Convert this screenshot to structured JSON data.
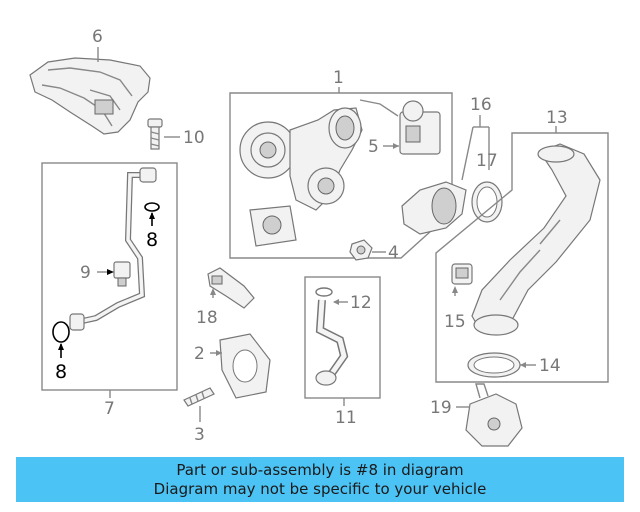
{
  "diagram": {
    "callouts": {
      "c1": "1",
      "c2": "2",
      "c3": "3",
      "c4": "4",
      "c5": "5",
      "c6": "6",
      "c7": "7",
      "c8a": "8",
      "c8b": "8",
      "c9": "9",
      "c10": "10",
      "c11": "11",
      "c12": "12",
      "c13": "13",
      "c14": "14",
      "c15": "15",
      "c16": "16",
      "c17": "17",
      "c18": "18",
      "c19": "19"
    },
    "highlight_color": "#000000",
    "callout_color": "#777777"
  },
  "banner": {
    "line1": "Part or sub-assembly is #8 in diagram",
    "line2": "Diagram may not be specific to your vehicle",
    "background": "#4cc3f5"
  }
}
